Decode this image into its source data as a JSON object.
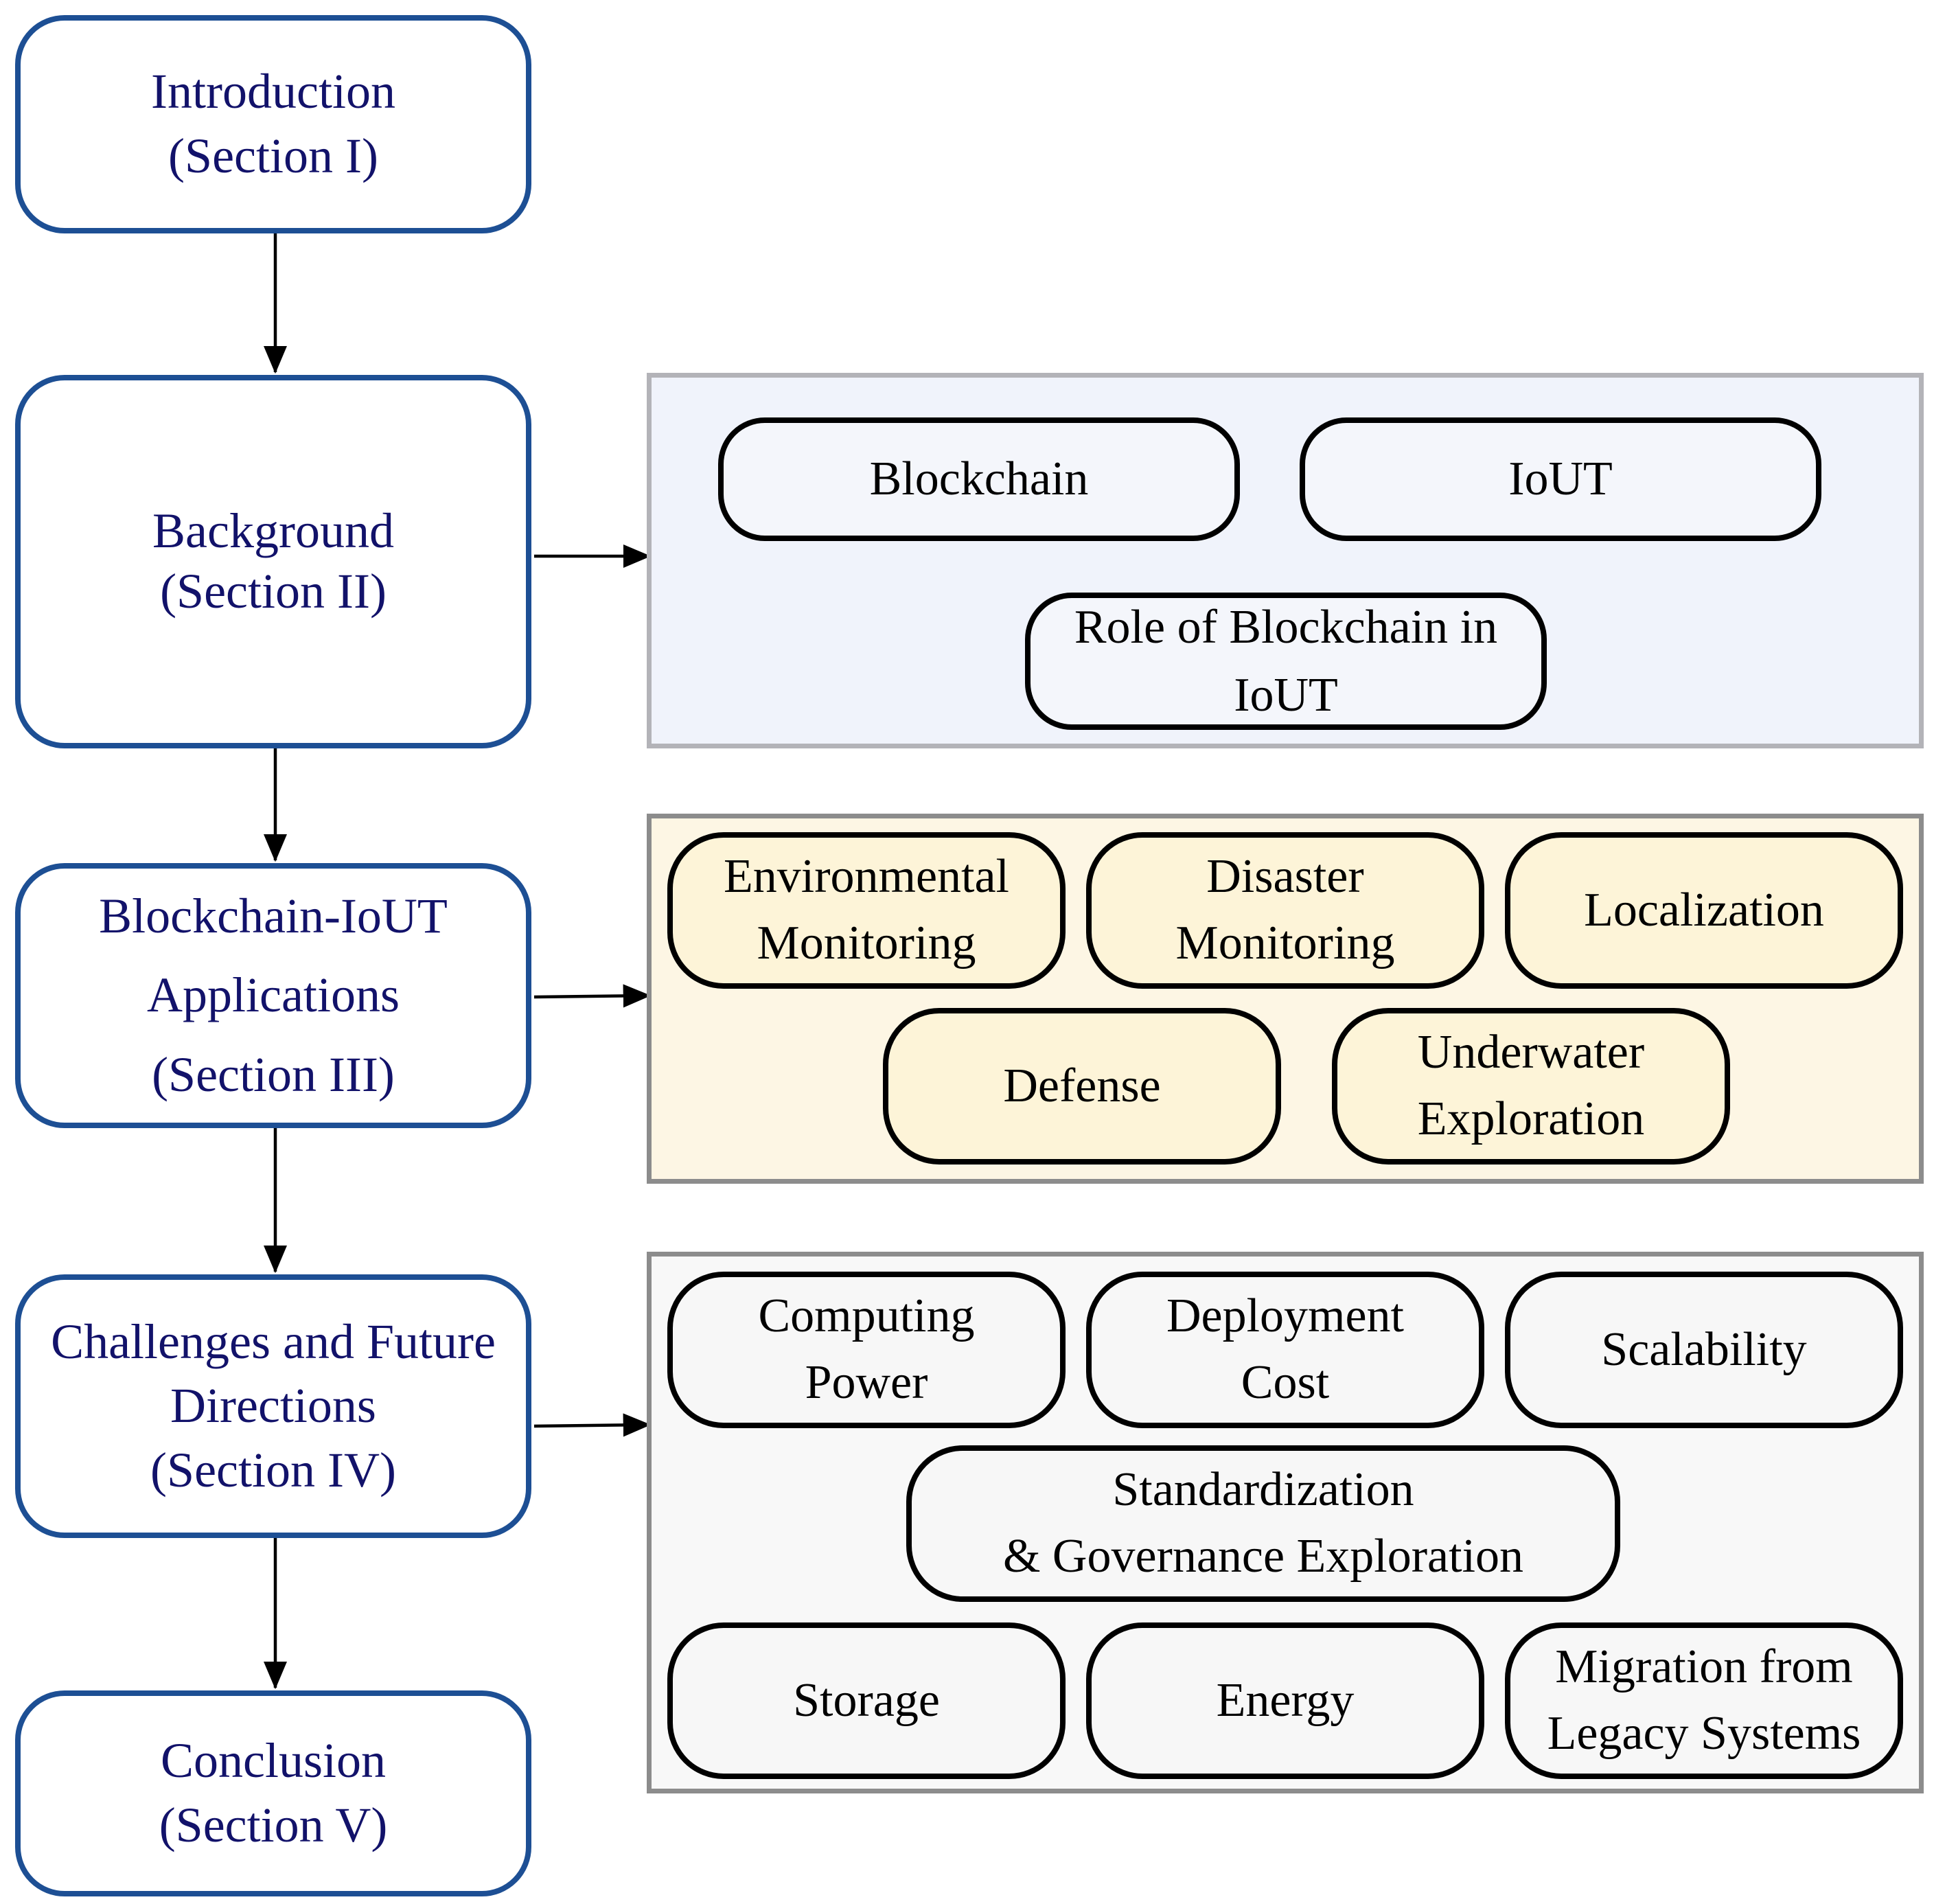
{
  "sections": {
    "intro": {
      "line1": "Introduction",
      "line2": "(Section I)"
    },
    "background": {
      "line1": "Background",
      "line2": "(Section II)"
    },
    "applications": {
      "line1": "Blockchain-IoUT",
      "line2": "Applications",
      "line3": "(Section III)"
    },
    "challenges": {
      "line1": "Challenges and Future",
      "line2": "Directions",
      "line3": "(Section IV)"
    },
    "conclusion": {
      "line1": "Conclusion",
      "line2": "(Section V)"
    }
  },
  "background_topics": [
    {
      "line1": "Blockchain"
    },
    {
      "line1": "IoUT"
    },
    {
      "line1": "Role of Blockchain in",
      "line2": "IoUT"
    }
  ],
  "application_topics": [
    {
      "line1": "Environmental",
      "line2": "Monitoring"
    },
    {
      "line1": "Disaster",
      "line2": "Monitoring"
    },
    {
      "line1": "Localization"
    },
    {
      "line1": "Defense"
    },
    {
      "line1": "Underwater",
      "line2": "Exploration"
    }
  ],
  "challenge_topics": [
    {
      "line1": "Computing",
      "line2": "Power"
    },
    {
      "line1": "Deployment",
      "line2": "Cost"
    },
    {
      "line1": "Scalability"
    },
    {
      "line1": "Standardization",
      "line2": "& Governance Exploration"
    },
    {
      "line1": "Storage"
    },
    {
      "line1": "Energy"
    },
    {
      "line1": "Migration from",
      "line2": "Legacy Systems"
    }
  ],
  "colors": {
    "section_border": "#1d4f94",
    "section_text": "#12126a",
    "background_group_fill": "#f0f3fb",
    "applications_group_fill": "#fdf6e4",
    "challenges_group_fill": "#f8f8f8",
    "application_pill_fill": "#fdf4d8"
  }
}
